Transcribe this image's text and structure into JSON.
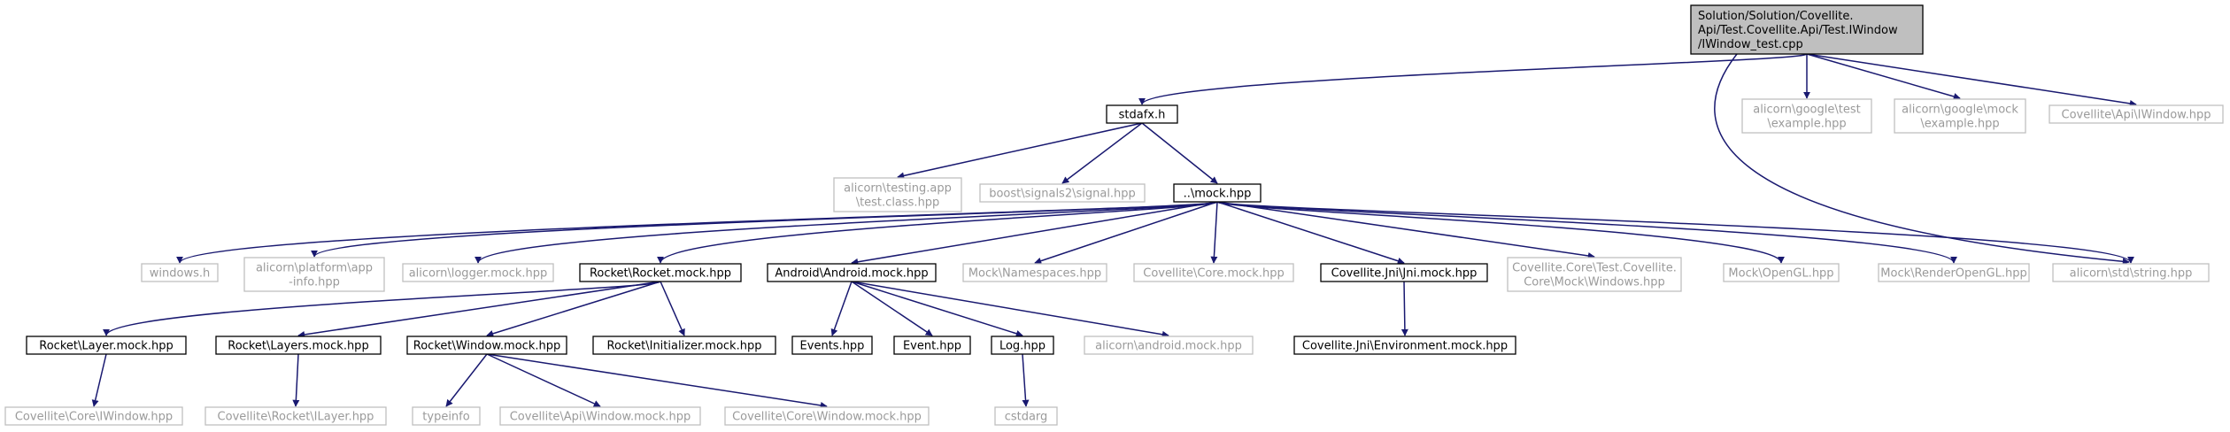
{
  "colors": {
    "edge": "#191970",
    "root_fill": "#bfbfbf",
    "grey_border": "#bfbfbf",
    "grey_text": "#9a9a9a"
  },
  "nodes": [
    {
      "id": "root",
      "lines": [
        "Solution/Solution/Covellite.",
        "Api/Test.Covellite.Api/Test.IWindow",
        "/IWindow_test.cpp"
      ],
      "style": "root"
    },
    {
      "id": "stdafx",
      "lines": [
        "stdafx.h"
      ],
      "style": "solid"
    },
    {
      "id": "gtest_ex",
      "lines": [
        "alicorn\\google\\test",
        "\\example.hpp"
      ],
      "style": "grey"
    },
    {
      "id": "gmock_ex",
      "lines": [
        "alicorn\\google\\mock",
        "\\example.hpp"
      ],
      "style": "grey"
    },
    {
      "id": "iwindow_hpp",
      "lines": [
        "Covellite\\Api\\IWindow.hpp"
      ],
      "style": "grey"
    },
    {
      "id": "testing_app",
      "lines": [
        "alicorn\\testing.app",
        "\\test.class.hpp"
      ],
      "style": "grey"
    },
    {
      "id": "boost_sig",
      "lines": [
        "boost\\signals2\\signal.hpp"
      ],
      "style": "grey"
    },
    {
      "id": "mock",
      "lines": [
        "..\\mock.hpp"
      ],
      "style": "solid"
    },
    {
      "id": "windows_h",
      "lines": [
        "windows.h"
      ],
      "style": "grey"
    },
    {
      "id": "app_info",
      "lines": [
        "alicorn\\platform\\app",
        "-info.hpp"
      ],
      "style": "grey"
    },
    {
      "id": "logger",
      "lines": [
        "alicorn\\logger.mock.hpp"
      ],
      "style": "grey"
    },
    {
      "id": "rocket_mock",
      "lines": [
        "Rocket\\Rocket.mock.hpp"
      ],
      "style": "solid"
    },
    {
      "id": "android_mock",
      "lines": [
        "Android\\Android.mock.hpp"
      ],
      "style": "solid"
    },
    {
      "id": "mock_ns",
      "lines": [
        "Mock\\Namespaces.hpp"
      ],
      "style": "grey"
    },
    {
      "id": "core_mock",
      "lines": [
        "Covellite\\Core.mock.hpp"
      ],
      "style": "grey"
    },
    {
      "id": "jni_mock",
      "lines": [
        "Covellite.Jni\\Jni.mock.hpp"
      ],
      "style": "solid"
    },
    {
      "id": "core_windows",
      "lines": [
        "Covellite.Core\\Test.Covellite.",
        "Core\\Mock\\Windows.hpp"
      ],
      "style": "grey"
    },
    {
      "id": "mock_opengl",
      "lines": [
        "Mock\\OpenGL.hpp"
      ],
      "style": "grey"
    },
    {
      "id": "mock_render",
      "lines": [
        "Mock\\RenderOpenGL.hpp"
      ],
      "style": "grey"
    },
    {
      "id": "std_string",
      "lines": [
        "alicorn\\std\\string.hpp"
      ],
      "style": "grey"
    },
    {
      "id": "layer_mock",
      "lines": [
        "Rocket\\Layer.mock.hpp"
      ],
      "style": "solid"
    },
    {
      "id": "layers_mock",
      "lines": [
        "Rocket\\Layers.mock.hpp"
      ],
      "style": "solid"
    },
    {
      "id": "window_mock",
      "lines": [
        "Rocket\\Window.mock.hpp"
      ],
      "style": "solid"
    },
    {
      "id": "init_mock",
      "lines": [
        "Rocket\\Initializer.mock.hpp"
      ],
      "style": "solid"
    },
    {
      "id": "events",
      "lines": [
        "Events.hpp"
      ],
      "style": "solid"
    },
    {
      "id": "event",
      "lines": [
        "Event.hpp"
      ],
      "style": "solid"
    },
    {
      "id": "log",
      "lines": [
        "Log.hpp"
      ],
      "style": "solid"
    },
    {
      "id": "android_alicorn",
      "lines": [
        "alicorn\\android.mock.hpp"
      ],
      "style": "grey"
    },
    {
      "id": "jni_env",
      "lines": [
        "Covellite.Jni\\Environment.mock.hpp"
      ],
      "style": "solid"
    },
    {
      "id": "core_iwindow",
      "lines": [
        "Covellite\\Core\\IWindow.hpp"
      ],
      "style": "grey"
    },
    {
      "id": "rocket_ilayer",
      "lines": [
        "Covellite\\Rocket\\ILayer.hpp"
      ],
      "style": "grey"
    },
    {
      "id": "typeinfo",
      "lines": [
        "typeinfo"
      ],
      "style": "grey"
    },
    {
      "id": "api_window_mock",
      "lines": [
        "Covellite\\Api\\Window.mock.hpp"
      ],
      "style": "grey"
    },
    {
      "id": "core_window_mock",
      "lines": [
        "Covellite\\Core\\Window.mock.hpp"
      ],
      "style": "grey"
    },
    {
      "id": "cstdarg",
      "lines": [
        "cstdarg"
      ],
      "style": "grey"
    }
  ],
  "edges": [
    [
      "root",
      "stdafx"
    ],
    [
      "root",
      "gtest_ex"
    ],
    [
      "root",
      "gmock_ex"
    ],
    [
      "root",
      "iwindow_hpp"
    ],
    [
      "root",
      "std_string"
    ],
    [
      "stdafx",
      "testing_app"
    ],
    [
      "stdafx",
      "boost_sig"
    ],
    [
      "stdafx",
      "mock"
    ],
    [
      "mock",
      "windows_h"
    ],
    [
      "mock",
      "app_info"
    ],
    [
      "mock",
      "logger"
    ],
    [
      "mock",
      "rocket_mock"
    ],
    [
      "mock",
      "android_mock"
    ],
    [
      "mock",
      "mock_ns"
    ],
    [
      "mock",
      "core_mock"
    ],
    [
      "mock",
      "jni_mock"
    ],
    [
      "mock",
      "core_windows"
    ],
    [
      "mock",
      "mock_opengl"
    ],
    [
      "mock",
      "mock_render"
    ],
    [
      "mock",
      "std_string"
    ],
    [
      "rocket_mock",
      "layer_mock"
    ],
    [
      "rocket_mock",
      "layers_mock"
    ],
    [
      "rocket_mock",
      "window_mock"
    ],
    [
      "rocket_mock",
      "init_mock"
    ],
    [
      "android_mock",
      "events"
    ],
    [
      "android_mock",
      "event"
    ],
    [
      "android_mock",
      "log"
    ],
    [
      "android_mock",
      "android_alicorn"
    ],
    [
      "jni_mock",
      "jni_env"
    ],
    [
      "layer_mock",
      "core_iwindow"
    ],
    [
      "layers_mock",
      "rocket_ilayer"
    ],
    [
      "window_mock",
      "typeinfo"
    ],
    [
      "window_mock",
      "api_window_mock"
    ],
    [
      "window_mock",
      "core_window_mock"
    ],
    [
      "log",
      "cstdarg"
    ]
  ]
}
